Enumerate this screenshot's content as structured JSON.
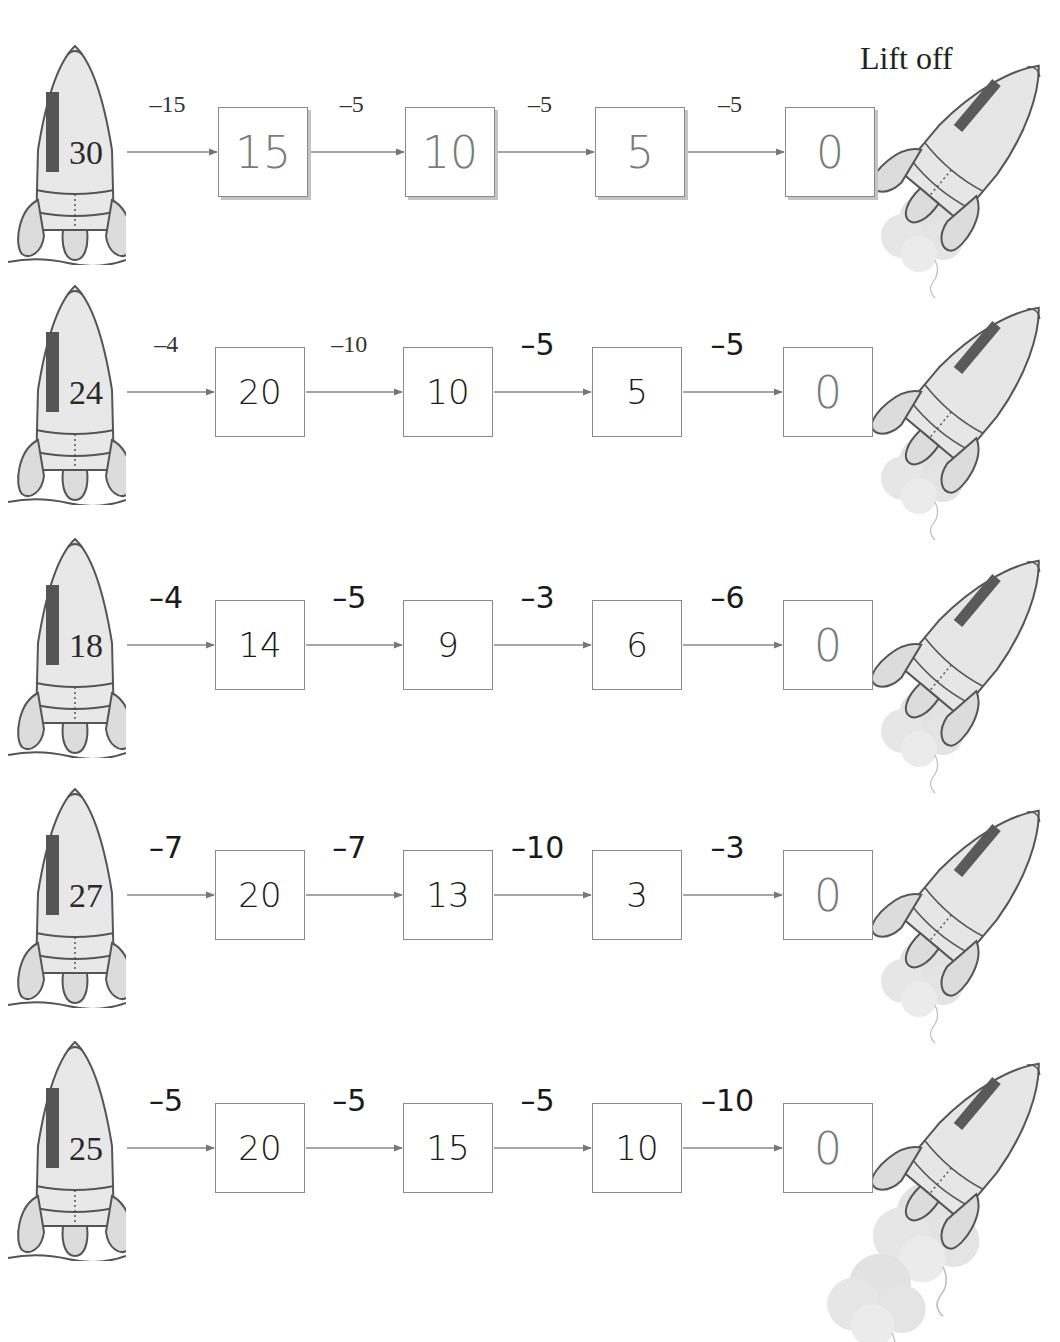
{
  "diagram": {
    "nodes": [
      {
        "text": [
          "30"
        ]
      },
      {
        "text": [
          "15"
        ]
      },
      {
        "text": [
          "10"
        ]
      },
      {
        "text": [
          "5"
        ]
      },
      {
        "text": [
          "0"
        ]
      },
      {
        "text": [
          "24"
        ]
      },
      {
        "text": [
          "20"
        ]
      },
      {
        "text": [
          "10"
        ]
      },
      {
        "text": [
          "5"
        ]
      },
      {
        "text": [
          "0"
        ]
      },
      {
        "text": [
          "18"
        ]
      },
      {
        "text": [
          "14"
        ]
      },
      {
        "text": [
          "9"
        ]
      },
      {
        "text": [
          "6"
        ]
      },
      {
        "text": [
          "0"
        ]
      },
      {
        "text": [
          "27"
        ]
      },
      {
        "text": [
          "20"
        ]
      },
      {
        "text": [
          "13"
        ]
      },
      {
        "text": [
          "3"
        ]
      },
      {
        "text": [
          "0"
        ]
      },
      {
        "text": [
          "25"
        ]
      },
      {
        "text": [
          "20"
        ]
      },
      {
        "text": [
          "15"
        ]
      },
      {
        "text": [
          "10"
        ]
      },
      {
        "text": [
          "0"
        ]
      }
    ],
    "edges": [
      {
        "from": 0,
        "to": 1,
        "arrow": "to",
        "label": "–15"
      },
      {
        "from": 1,
        "to": 2,
        "arrow": "to",
        "label": "–5"
      },
      {
        "from": 2,
        "to": 3,
        "arrow": "to",
        "label": "–5"
      },
      {
        "from": 3,
        "to": 4,
        "arrow": "to",
        "label": "–5"
      },
      {
        "from": 5,
        "to": 6,
        "arrow": "to",
        "label": "–4"
      },
      {
        "from": 6,
        "to": 7,
        "arrow": "to",
        "label": "–10"
      },
      {
        "from": 7,
        "to": 8,
        "arrow": "to",
        "label": "–5"
      },
      {
        "from": 8,
        "to": 9,
        "arrow": "to",
        "label": "–5"
      },
      {
        "from": 10,
        "to": 11,
        "arrow": "to",
        "label": "–4"
      },
      {
        "from": 11,
        "to": 12,
        "arrow": "to",
        "label": "–5"
      },
      {
        "from": 12,
        "to": 13,
        "arrow": "to",
        "label": "–3"
      },
      {
        "from": 13,
        "to": 14,
        "arrow": "to",
        "label": "–6"
      },
      {
        "from": 15,
        "to": 16,
        "arrow": "to",
        "label": "–7"
      },
      {
        "from": 16,
        "to": 17,
        "arrow": "to",
        "label": "–7"
      },
      {
        "from": 17,
        "to": 18,
        "arrow": "to",
        "label": "–10"
      },
      {
        "from": 18,
        "to": 19,
        "arrow": "to",
        "label": "–3"
      },
      {
        "from": 20,
        "to": 21,
        "arrow": "to",
        "label": "–5"
      },
      {
        "from": 21,
        "to": 22,
        "arrow": "to",
        "label": "–5"
      },
      {
        "from": 22,
        "to": 23,
        "arrow": "to",
        "label": "–5"
      },
      {
        "from": 23,
        "to": 24,
        "arrow": "to",
        "label": "–10"
      }
    ],
    "labels": [
      "Lift off"
    ]
  }
}
